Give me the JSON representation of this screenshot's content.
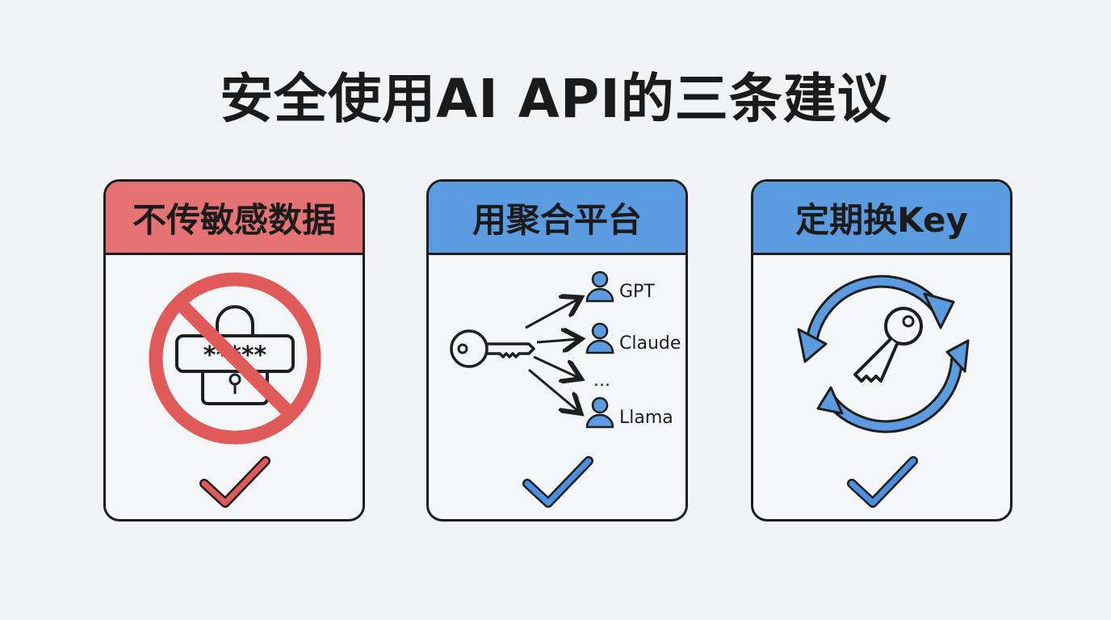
{
  "title": "安全使用AI API的三条建议",
  "cards": [
    {
      "header": "不传敏感数据",
      "header_color": "#e57373",
      "illustration": "no-password-lock-icon",
      "password_mask": "*****",
      "check_color": "#e05a5a"
    },
    {
      "header": "用聚合平台",
      "header_color": "#5b9be0",
      "illustration": "key-to-models-icon",
      "models": [
        "GPT",
        "Claude",
        "...",
        "Llama"
      ],
      "check_color": "#4a8fe0"
    },
    {
      "header": "定期换Key",
      "header_color": "#5b9be0",
      "illustration": "rotate-key-icon",
      "check_color": "#4a8fe0"
    }
  ]
}
